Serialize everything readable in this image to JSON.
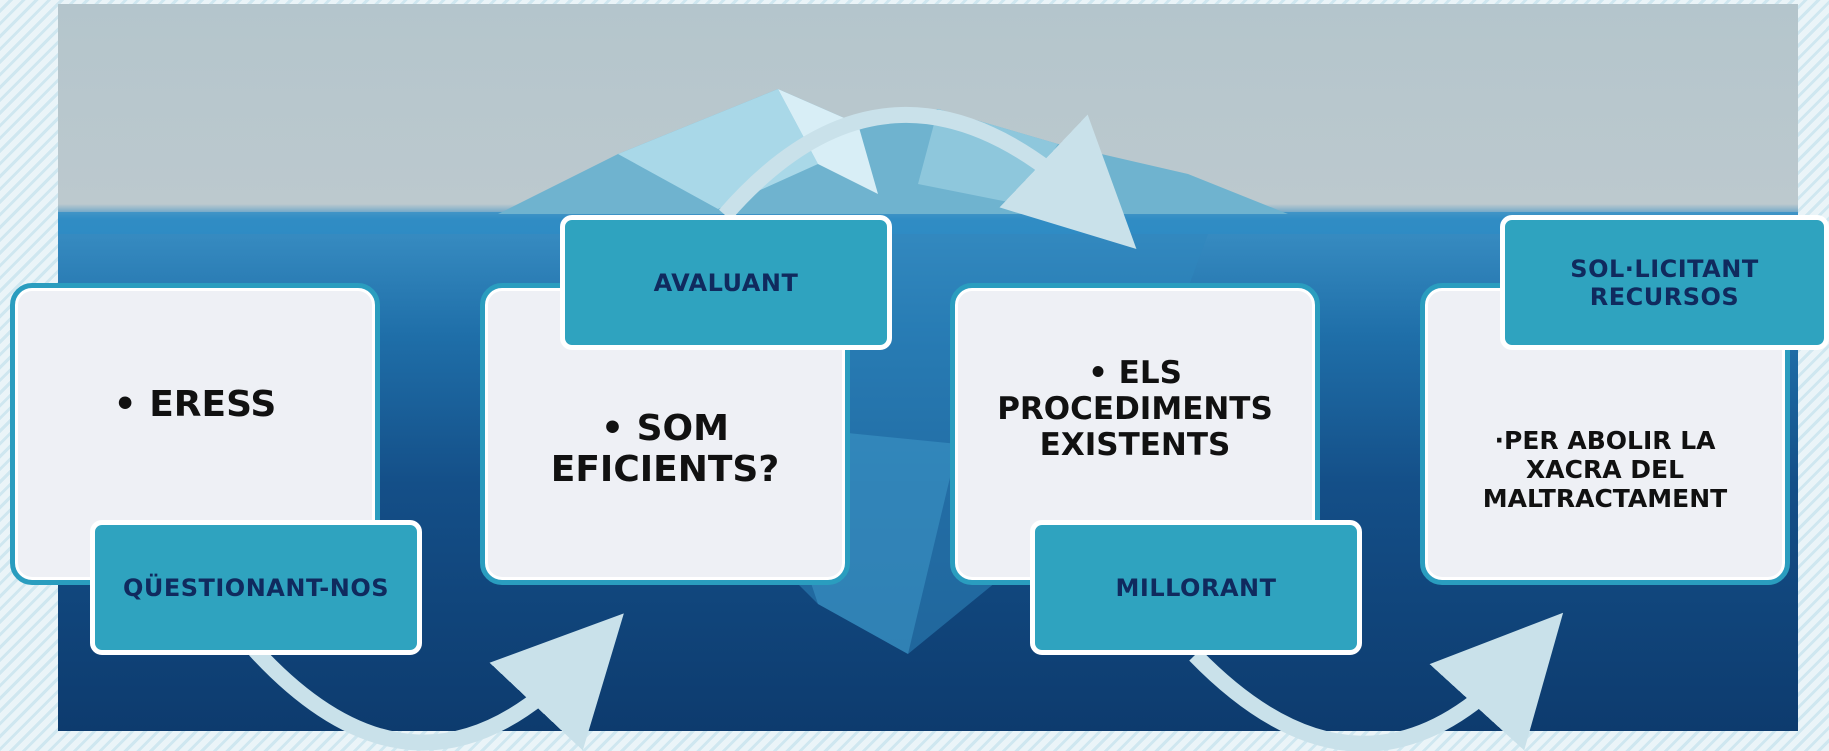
{
  "boxes": [
    {
      "text": "• ERESS"
    },
    {
      "text": "• SOM EFICIENTS?"
    },
    {
      "text": "• ELS PROCEDIMENTS EXISTENTS"
    },
    {
      "text": "·PER ABOLIR LA XACRA DEL MALTRACTAMENT"
    }
  ],
  "tags": [
    {
      "text": "QÜESTIONANT-NOS"
    },
    {
      "text": "AVALUANT"
    },
    {
      "text": "MILLORANT"
    },
    {
      "text": "SOL·LICITANT RECURSOS"
    }
  ]
}
